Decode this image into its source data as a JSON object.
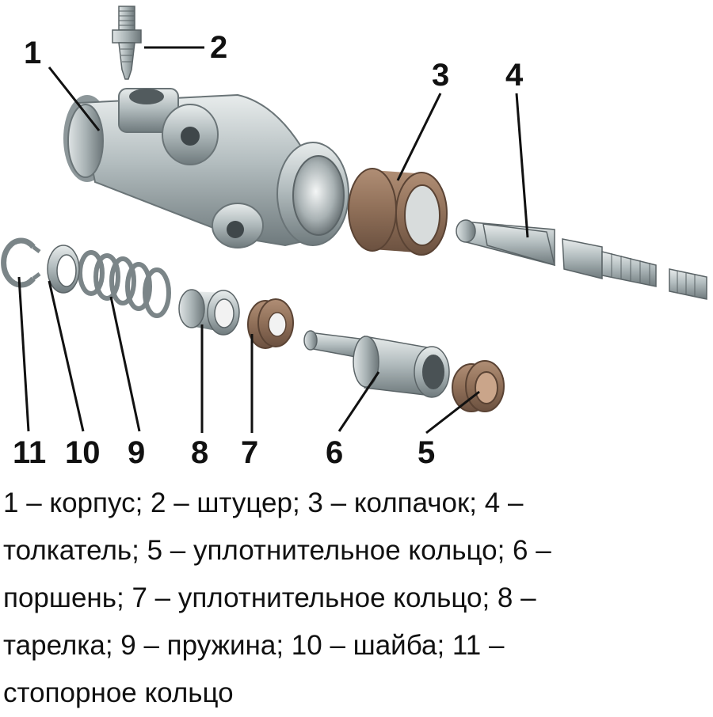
{
  "labels": {
    "n1": "1",
    "n2": "2",
    "n3": "3",
    "n4": "4",
    "n5": "5",
    "n6": "6",
    "n7": "7",
    "n8": "8",
    "n9": "9",
    "n10": "10",
    "n11": "11"
  },
  "caption": {
    "line1": "1 – корпус; 2 – штуцер; 3 – колпачок; 4 –",
    "line2": "толкатель; 5 – уплотнительное кольцо; 6 –",
    "line3": "поршень; 7 – уплотнительное кольцо; 8 –",
    "line4": "тарелка; 9 – пружина; 10 – шайба; 11 –",
    "line5": "стопорное кольцо"
  },
  "colors": {
    "metal": "#b9c2c4",
    "seal": "#9b7b63",
    "ink": "#111111"
  }
}
